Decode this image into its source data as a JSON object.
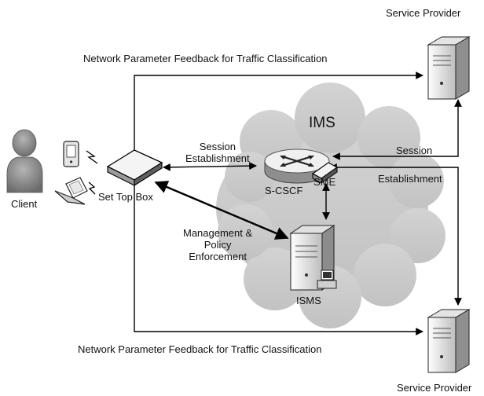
{
  "nodes": {
    "client": "Client",
    "set_top_box": "Set Top Box",
    "s_cscf": "S-CSCF",
    "sme": "SME",
    "isms": "ISMS",
    "ims": "IMS",
    "service_provider_top": "Service Provider",
    "service_provider_bottom": "Service Provider"
  },
  "edges": {
    "feedback_top": "Network Parameter Feedback for Traffic Classification",
    "feedback_bottom": "Network Parameter Feedback for Traffic Classification",
    "session_left_line1": "Session",
    "session_left_line2": "Establishment",
    "session_right_word1": "Session",
    "session_right_word2": "Establishment",
    "mgmt_line1": "Management &",
    "mgmt_line2": "Policy",
    "mgmt_line3": "Enforcement"
  },
  "colors": {
    "cloud": "#c8c8c8",
    "line": "#000000",
    "server_light": "#f2f2f2",
    "server_dark": "#8c8c8c",
    "person": "#8a8a8a"
  }
}
